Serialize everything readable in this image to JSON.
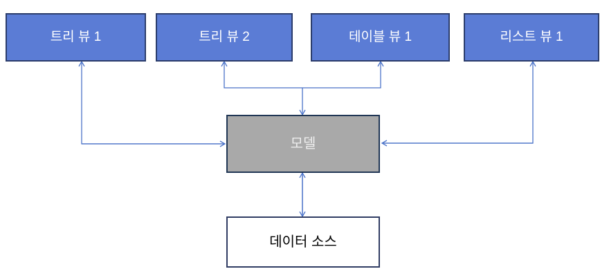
{
  "diagram": {
    "title": "",
    "nodes": {
      "tree_view_1": {
        "label": "트리 뷰 1",
        "kind": "view"
      },
      "tree_view_2": {
        "label": "트리 뷰 2",
        "kind": "view"
      },
      "table_view_1": {
        "label": "테이블 뷰 1",
        "kind": "view"
      },
      "list_view_1": {
        "label": "리스트 뷰 1",
        "kind": "view"
      },
      "model": {
        "label": "모델",
        "kind": "model"
      },
      "data_source": {
        "label": "데이터 소스",
        "kind": "data-source"
      }
    },
    "edges": [
      {
        "from": "model",
        "to": "tree_view_1",
        "style": "elbow",
        "arrows": "both"
      },
      {
        "from": "model",
        "to": "tree_view_2",
        "style": "branched-elbow",
        "arrows": "both"
      },
      {
        "from": "model",
        "to": "table_view_1",
        "style": "branched-elbow",
        "arrows": "both"
      },
      {
        "from": "model",
        "to": "list_view_1",
        "style": "elbow",
        "arrows": "both"
      },
      {
        "from": "model",
        "to": "data_source",
        "style": "straight",
        "arrows": "both"
      }
    ],
    "colors": {
      "background": "#ffffff",
      "view_fill": "#5b7cd5",
      "view_border": "#2b3c6b",
      "view_text": "#ffffff",
      "model_fill": "#a9a9a9",
      "model_border": "#203655",
      "model_text": "#ededed",
      "data_source_fill": "#ffffff",
      "data_source_border": "#303c63",
      "data_source_text": "#000000",
      "arrow": "#4a72c8"
    }
  }
}
